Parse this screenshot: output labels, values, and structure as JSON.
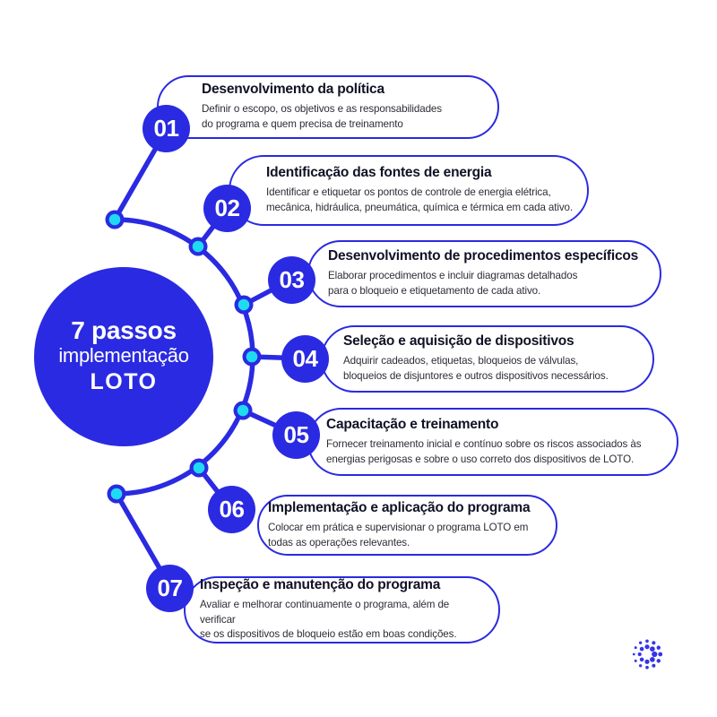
{
  "colors": {
    "primary_blue": "#2A2AE2",
    "accent_cyan": "#1FDBF2",
    "title_text": "#101225",
    "description_text": "#2C2C36",
    "background": "#FFFFFF",
    "number_text": "#FFFFFF"
  },
  "center": {
    "line1": "7 passos",
    "line2": "implementação",
    "line3": "LOTO"
  },
  "steps": [
    {
      "number": "01",
      "title": "Desenvolvimento da política",
      "description": "Definir o escopo, os objetivos e as responsabilidades\ndo programa e quem precisa de treinamento"
    },
    {
      "number": "02",
      "title": "Identificação das fontes de energia",
      "description": "Identificar e etiquetar os pontos de controle de energia elétrica,\nmecânica, hidráulica, pneumática, química e térmica em cada ativo."
    },
    {
      "number": "03",
      "title": "Desenvolvimento de procedimentos específicos",
      "description": "Elaborar procedimentos e incluir diagramas detalhados\npara o bloqueio e etiquetamento de cada ativo."
    },
    {
      "number": "04",
      "title": "Seleção e aquisição de dispositivos",
      "description": "Adquirir cadeados, etiquetas, bloqueios de válvulas,\nbloqueios de disjuntores e outros dispositivos necessários."
    },
    {
      "number": "05",
      "title": "Capacitação e treinamento",
      "description": "Fornecer treinamento inicial e contínuo sobre os riscos associados às\nenergias perigosas e sobre o uso correto dos dispositivos de LOTO."
    },
    {
      "number": "06",
      "title": "Implementação e aplicação do programa",
      "description": "Colocar em prática e supervisionar o programa LOTO em\ntodas as operações relevantes."
    },
    {
      "number": "07",
      "title": "Inspeção e manutenção do programa",
      "description": "Avaliar e melhorar continuamente o programa, além de verificar\nse os dispositivos de bloqueio estão em boas condições."
    }
  ],
  "icons": {
    "logo": "dots-circle-logo"
  }
}
